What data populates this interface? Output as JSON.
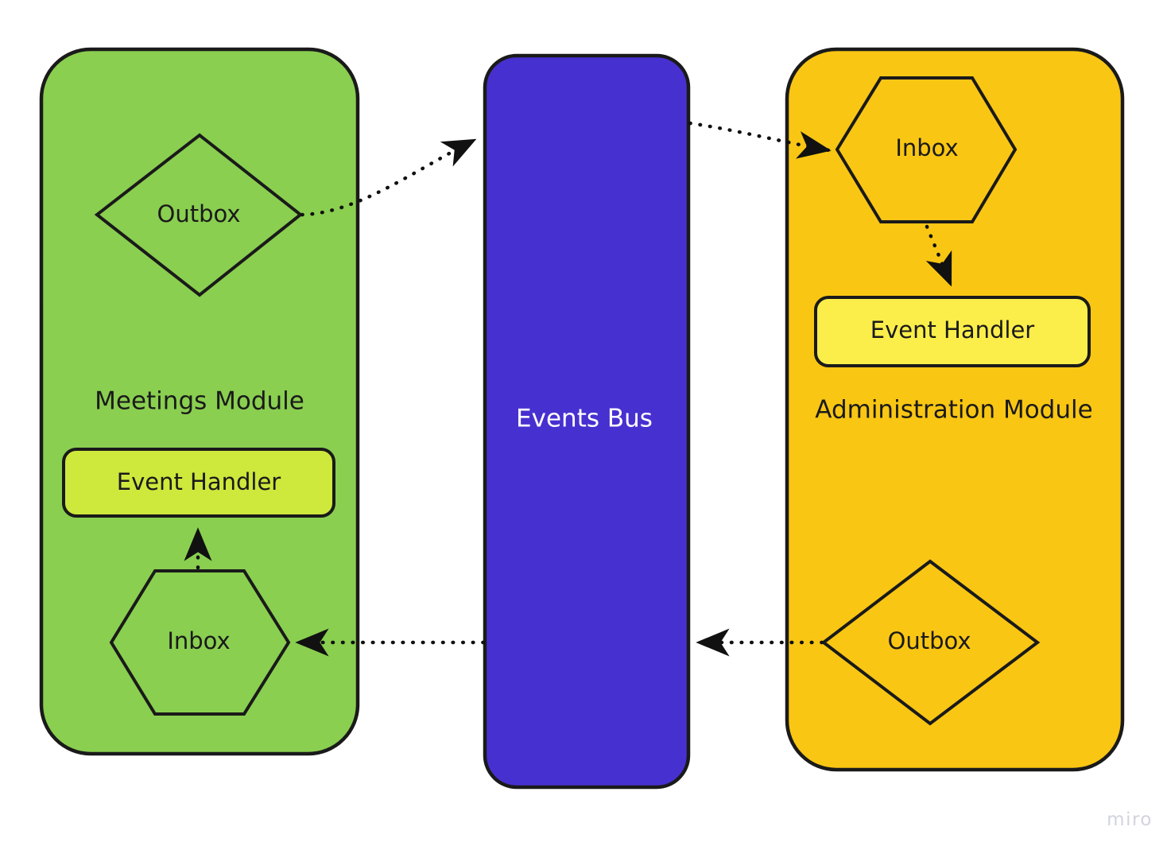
{
  "diagram": {
    "title_visible": false,
    "watermark": "miro",
    "background": "#ffffff",
    "modules": [
      {
        "id": "meetings",
        "label": "Meetings Module",
        "fill": "#8ACF50",
        "stroke": "#1a1a1a",
        "text_color": "#1a1a1a",
        "nodes": [
          {
            "id": "meetings-outbox",
            "label": "Outbox",
            "shape": "diamond",
            "fill": "#8ACF50"
          },
          {
            "id": "meetings-handler",
            "label": "Event Handler",
            "shape": "rounded-rect",
            "fill": "#CEE83C"
          },
          {
            "id": "meetings-inbox",
            "label": "Inbox",
            "shape": "hexagon",
            "fill": "#8ACF50"
          }
        ]
      },
      {
        "id": "events-bus",
        "label": "Events Bus",
        "fill": "#4730D0",
        "stroke": "#1a1a1a",
        "text_color": "#ffffff",
        "nodes": []
      },
      {
        "id": "administration",
        "label": "Administration Module",
        "fill": "#F9C613",
        "stroke": "#1a1a1a",
        "text_color": "#1a1a1a",
        "nodes": [
          {
            "id": "admin-inbox",
            "label": "Inbox",
            "shape": "hexagon",
            "fill": "#F9C613"
          },
          {
            "id": "admin-handler",
            "label": "Event Handler",
            "shape": "rounded-rect",
            "fill": "#FCEE4A"
          },
          {
            "id": "admin-outbox",
            "label": "Outbox",
            "shape": "diamond",
            "fill": "#F9C613"
          }
        ]
      }
    ],
    "connections": [
      {
        "id": "conn-meetings-outbox-to-bus",
        "from": "meetings-outbox",
        "to": "events-bus",
        "style": "dotted",
        "arrow": "end",
        "label": ""
      },
      {
        "id": "conn-bus-to-admin-inbox",
        "from": "events-bus",
        "to": "admin-inbox",
        "style": "dotted",
        "arrow": "end",
        "label": ""
      },
      {
        "id": "conn-admin-inbox-to-handler",
        "from": "admin-inbox",
        "to": "admin-handler",
        "style": "dotted",
        "arrow": "end",
        "label": ""
      },
      {
        "id": "conn-admin-outbox-to-bus",
        "from": "admin-outbox",
        "to": "events-bus",
        "style": "dotted",
        "arrow": "end",
        "label": ""
      },
      {
        "id": "conn-bus-to-meetings-inbox",
        "from": "events-bus",
        "to": "meetings-inbox",
        "style": "dotted",
        "arrow": "end",
        "label": ""
      },
      {
        "id": "conn-meetings-inbox-to-handler",
        "from": "meetings-inbox",
        "to": "meetings-handler",
        "style": "dotted",
        "arrow": "end",
        "label": ""
      }
    ]
  }
}
